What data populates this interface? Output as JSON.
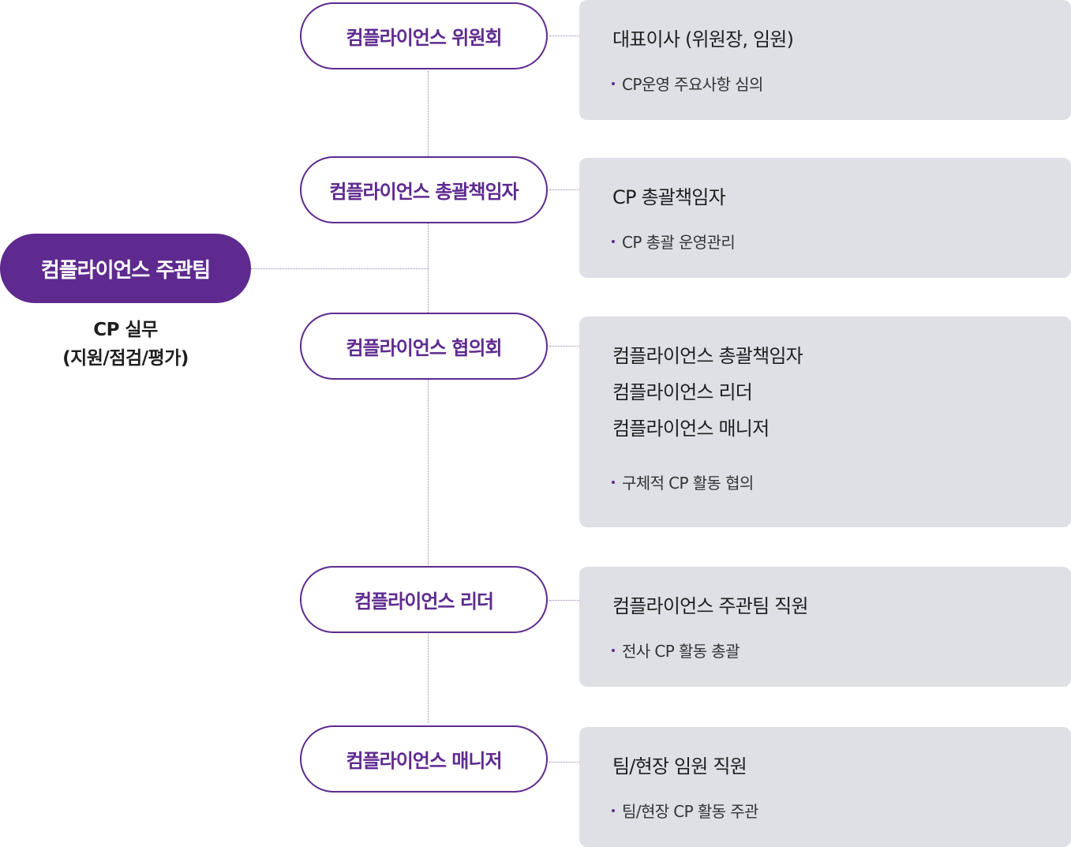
{
  "main": {
    "title": "컴플라이언스 주관팀",
    "sub_line1": "CP 실무",
    "sub_line2": "(지원/점검/평가)"
  },
  "nodes": [
    {
      "label": "컴플라이언스 위원회",
      "titles": [
        "대표이사 (위원장, 임원)"
      ],
      "bullet": "CP운영 주요사항 심의"
    },
    {
      "label": "컴플라이언스 총괄책임자",
      "titles": [
        "CP 총괄책임자"
      ],
      "bullet": "CP 총괄 운영관리"
    },
    {
      "label": "컴플라이언스 협의회",
      "titles": [
        "컴플라이언스 총괄책임자",
        "컴플라이언스 리더",
        "컴플라이언스 매니저"
      ],
      "bullet": "구체적 CP 활동 협의"
    },
    {
      "label": "컴플라이언스 리더",
      "titles": [
        "컴플라이언스 주관팀 직원"
      ],
      "bullet": "전사 CP 활동 총괄"
    },
    {
      "label": "컴플라이언스 매니저",
      "titles": [
        "팀/현장 임원 직원"
      ],
      "bullet": "팀/현장 CP 활동 주관"
    }
  ],
  "colors": {
    "accent": "#5e2a8f",
    "box_bg": "#dfe0e6",
    "connector": "#9b7fb8"
  }
}
